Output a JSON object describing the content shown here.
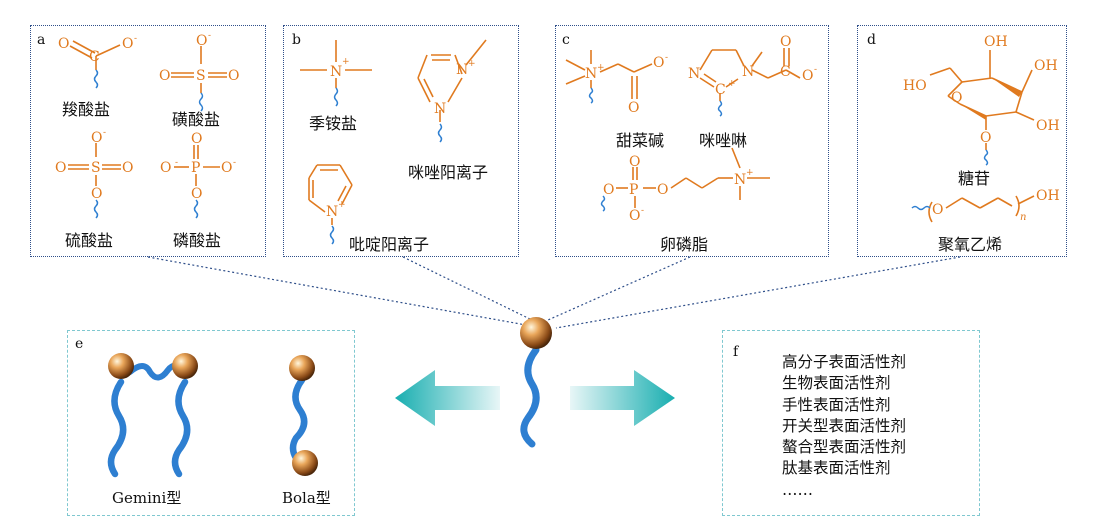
{
  "panels": {
    "a": {
      "label": "a",
      "items": [
        "羧酸盐",
        "磺酸盐",
        "硫酸盐",
        "磷酸盐"
      ]
    },
    "b": {
      "label": "b",
      "items": [
        "季铵盐",
        "咪唑阳离子",
        "吡啶阳离子"
      ]
    },
    "c": {
      "label": "c",
      "items": [
        "甜菜碱",
        "咪唑啉",
        "卵磷脂"
      ]
    },
    "d": {
      "label": "d",
      "items": [
        "糖苷",
        "聚氧乙烯"
      ]
    },
    "e": {
      "label": "e",
      "items": [
        "Gemini型",
        "Bola型"
      ]
    },
    "f": {
      "label": "f",
      "items": [
        "高分子表面活性剂",
        "生物表面活性剂",
        "手性表面活性剂",
        "开关型表面活性剂",
        "螯合型表面活性剂",
        "肽基表面活性剂",
        "……"
      ]
    }
  },
  "colors": {
    "chemistry": "#e07a1f",
    "tail": "#2e7fd1",
    "arrow": "#2bb3b1",
    "border": "#2f4f8a"
  }
}
